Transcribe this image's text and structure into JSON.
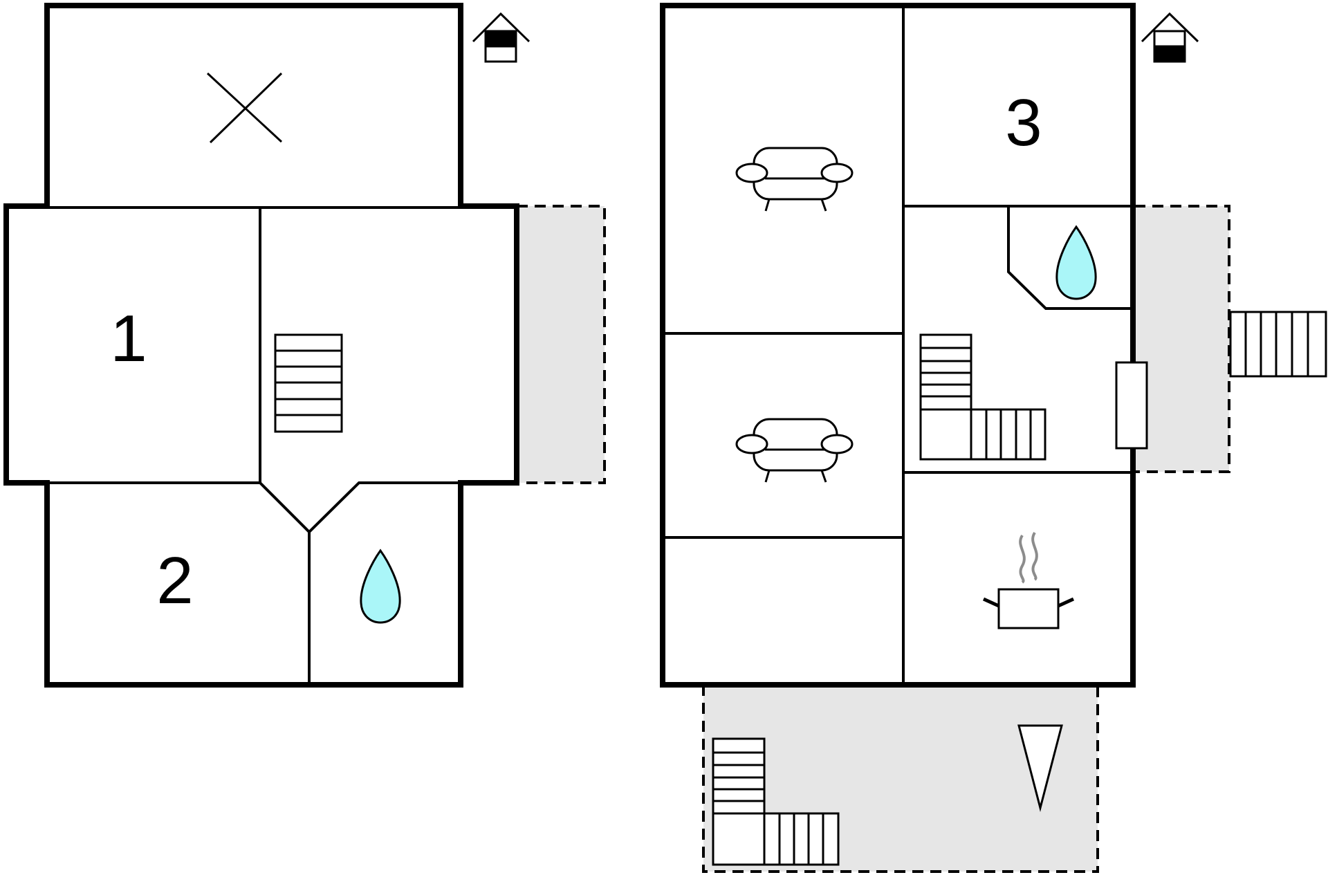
{
  "floors": [
    {
      "id": "upper-floor",
      "level_indicator_icon": "house-upper-floor-icon",
      "rooms": [
        {
          "number": "1",
          "type": "bedroom"
        },
        {
          "number": "2",
          "type": "bedroom"
        }
      ],
      "features": [
        "stairs-icon",
        "bathroom-water-drop-icon",
        "void-cross-icon"
      ]
    },
    {
      "id": "ground-floor",
      "level_indicator_icon": "house-ground-floor-icon",
      "rooms": [
        {
          "number": "3",
          "type": "bedroom"
        }
      ],
      "features": [
        "sofa-icon",
        "sofa-icon",
        "bathroom-water-drop-icon",
        "stairs-icon",
        "kitchen-pot-icon",
        "stove-icon",
        "terrace-stairs-icon",
        "garden-direction-icon"
      ]
    }
  ],
  "colors": {
    "wall": "#000000",
    "terrace": "#e6e6e6",
    "water": "#aaf6f8",
    "steam": "#8c8c8c"
  }
}
